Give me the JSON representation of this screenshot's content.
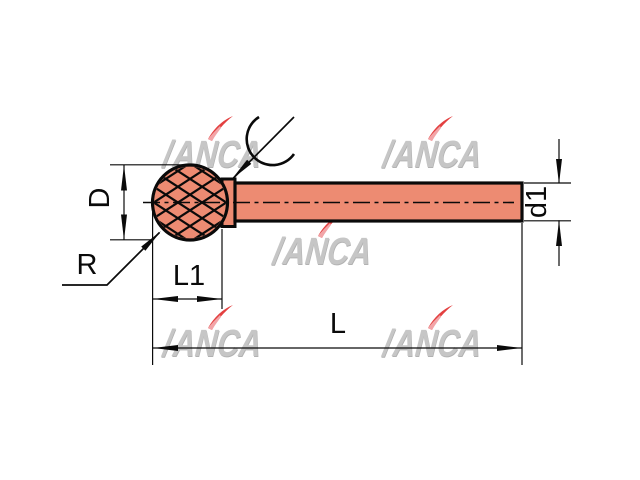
{
  "drawing": {
    "dimension_labels": {
      "head_diameter": "D",
      "sphere_radius": "R",
      "head_length": "L1",
      "overall_length": "L",
      "shank_diameter": "d1"
    },
    "colors": {
      "tool_fill": "#ED8B72",
      "line": "#0a0a0a"
    }
  },
  "watermark": {
    "slash": "/",
    "brand": "ANCA",
    "text_color": "#c6c6c6",
    "leaf_red": "#e34040",
    "leaf_pink": "#f2a5a8"
  }
}
